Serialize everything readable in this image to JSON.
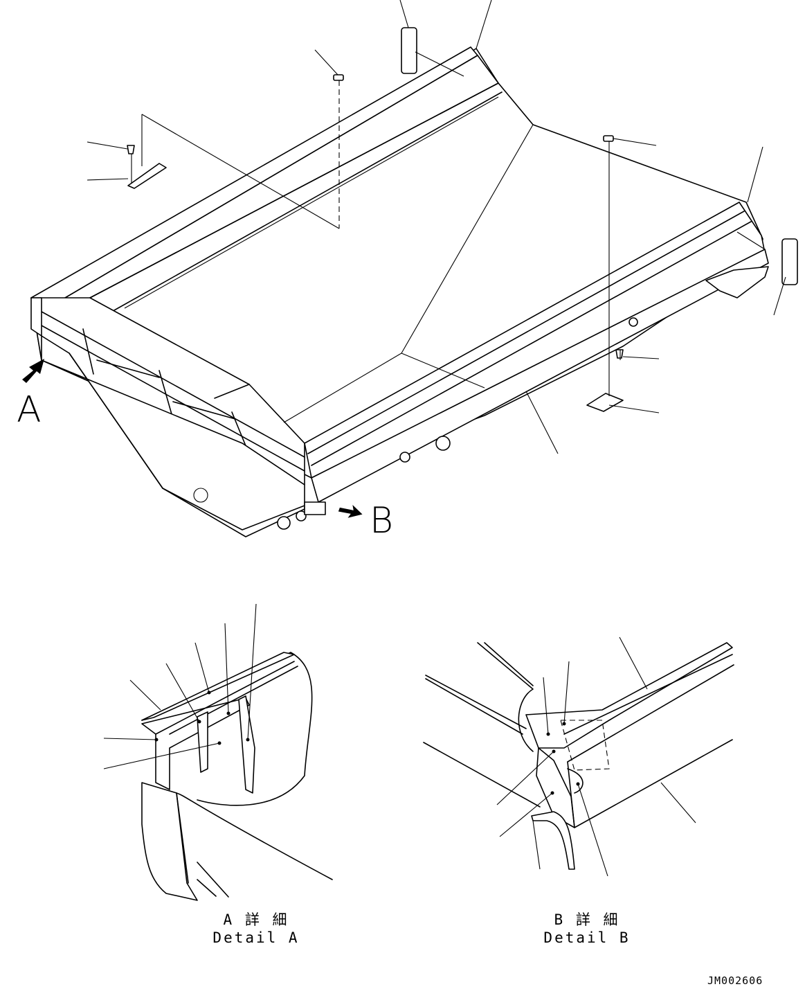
{
  "view_labels": {
    "a": "A",
    "b": "B"
  },
  "detail_a": {
    "jp": "A 詳 細",
    "en": "Detail A"
  },
  "detail_b": {
    "jp": "B 詳 細",
    "en": "Detail B"
  },
  "drawing_code": "JM002606"
}
